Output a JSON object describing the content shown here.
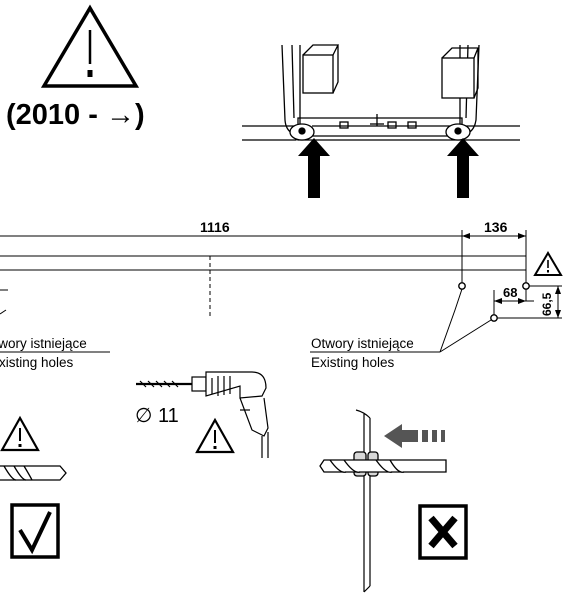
{
  "date_range": "(2010 - →)",
  "dimensions": {
    "total": "1116",
    "right_offset": "136",
    "hole_x": "68",
    "hole_y": "66,5"
  },
  "labels": {
    "left_pl": "Otwory istniejące",
    "left_en": "Existing holes",
    "right_pl": "Otwory istniejące",
    "right_en": "Existing holes",
    "drill_size": "∅ 11"
  },
  "icons": [
    "warning-triangle-icon",
    "power-drill-icon",
    "drill-bit-icon",
    "checkmark-box-icon",
    "cross-box-icon",
    "arrow-up-icon",
    "arrow-left-icon"
  ],
  "colors": {
    "ink": "#000000",
    "arrow_gray": "#555555",
    "panel_gray": "#e6e6e6"
  }
}
